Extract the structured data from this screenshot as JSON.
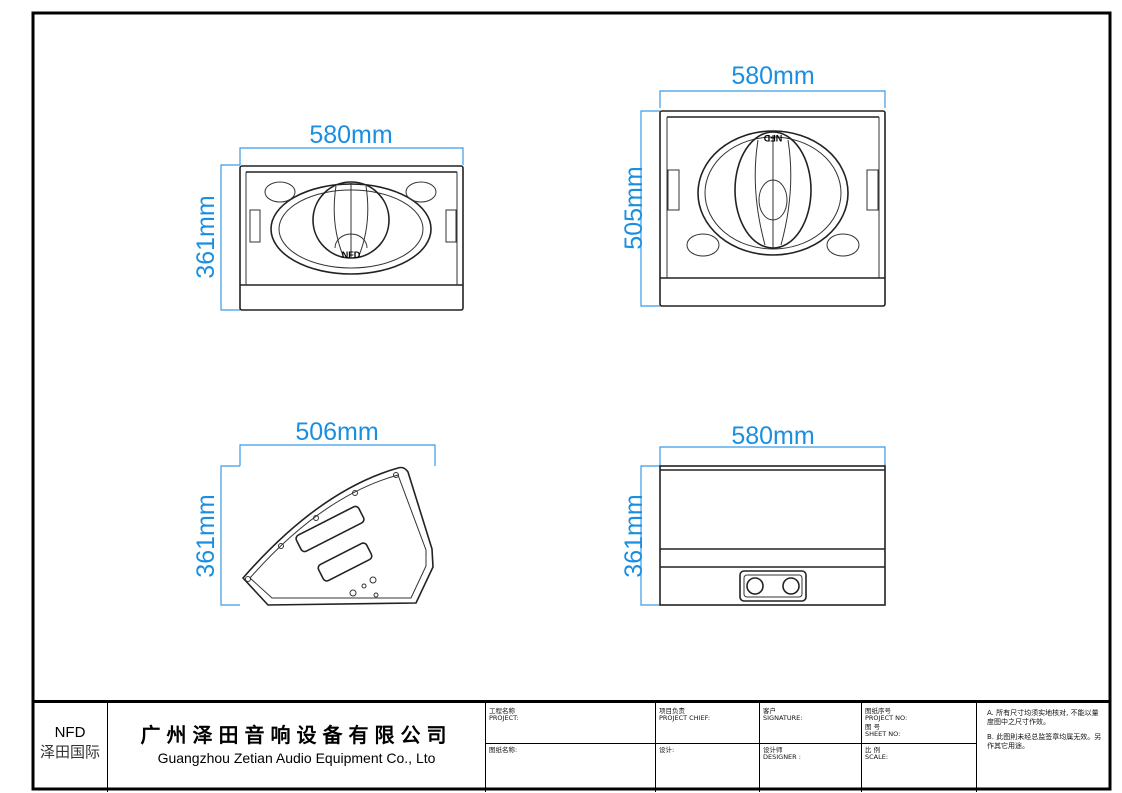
{
  "views": {
    "front": {
      "width_label": "580mm",
      "height_label": "361mm",
      "logo": "NFD"
    },
    "top": {
      "width_label": "580mm",
      "height_label": "505mm",
      "logo": "NFD"
    },
    "side": {
      "width_label": "506mm",
      "height_label": "361mm"
    },
    "back": {
      "width_label": "580mm",
      "height_label": "361mm"
    }
  },
  "title_block": {
    "brand": "NFD",
    "brand_cn": "泽田国际",
    "company_cn": "广州泽田音响设备有限公司",
    "company_en": "Guangzhou Zetian Audio Equipment Co., Lto",
    "project_cn": "工程名称",
    "project_en": "PROJECT:",
    "drawing_name": "图纸名称:",
    "chief_cn": "项目负责",
    "chief_en": "PROJECT CHIEF:",
    "design": "设计:",
    "client_cn": "客户",
    "signature_en": "SIGNATURE:",
    "designer_cn": "设计师",
    "designer_en": "DESIGNER :",
    "project_no_cn": "图纸序号",
    "project_no_en": "PROJECT NO:",
    "sheet_cn": "图  号",
    "sheet_en": "SHEET  NO:",
    "scale_cn": "比  例",
    "scale_en": "SCALE:",
    "note_a": "A.  所有尺寸均须实地核对, 不能以量度图中之尺寸作效。",
    "note_b": "B.  此图則未经总监签章均属无效。另作其它用途。"
  },
  "colors": {
    "dimension": "#1a8fe0",
    "line": "#222222"
  }
}
